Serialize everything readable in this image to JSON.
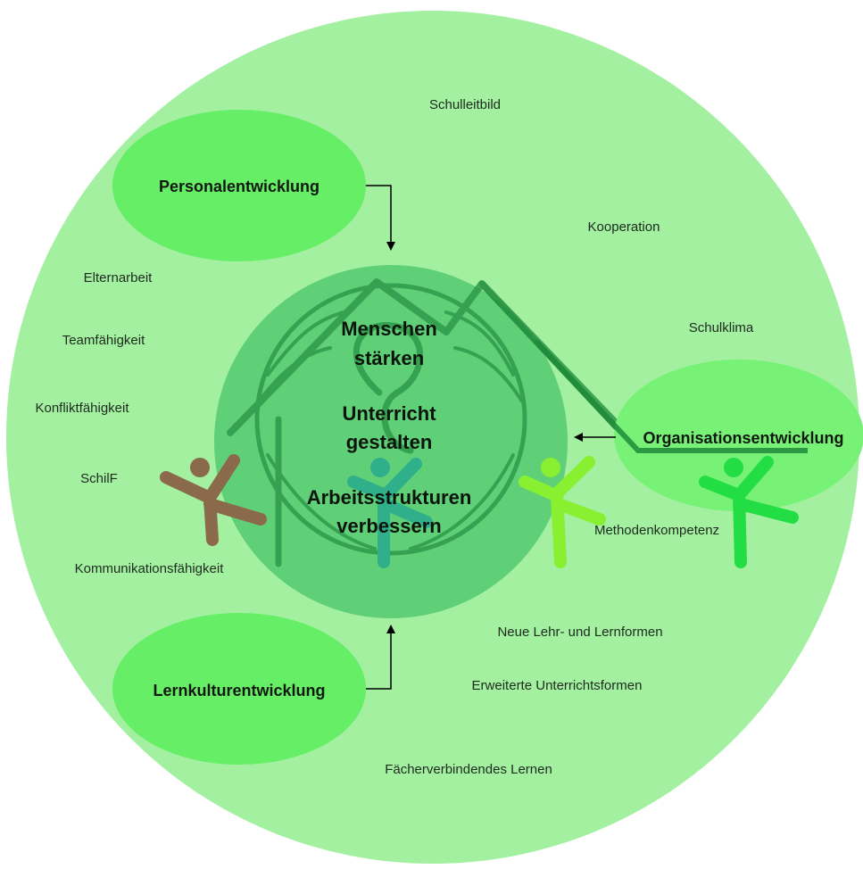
{
  "diagram": {
    "core_lines": [
      "Menschen",
      "stärken",
      "Unterricht",
      "gestalten",
      "Arbeitsstrukturen",
      "verbessern"
    ],
    "development_areas": {
      "personal": "Personalentwicklung",
      "organisation": "Organisationsentwicklung",
      "lernkultur": "Lernkulturentwicklung"
    },
    "keywords": {
      "schulleitbild": "Schulleitbild",
      "kooperation": "Kooperation",
      "schulklima": "Schulklima",
      "elternarbeit": "Elternarbeit",
      "teamfaehigkeit": "Teamfähigkeit",
      "konfliktfaehigkeit": "Konfliktfähigkeit",
      "schilf": "SchilF",
      "kommunikationsfaehigkeit": "Kommunikationsfähigkeit",
      "methodenkompetenz": "Methodenkompetenz",
      "neue_lehrformen": "Neue Lehr- und Lernformen",
      "erweiterte_unterrichtsformen": "Erweiterte Unterrichtsformen",
      "faecherverbindendes_lernen": "Fächerverbindendes Lernen"
    },
    "colors": {
      "outer_circle": "#a2f0a0",
      "inner_circle": "#5fcf78",
      "dev_ellipse": "#66ee66",
      "dev_ellipse_right": "#77f277",
      "logo_lines": "#2f9a4a",
      "figure_brown": "#8b6a4c",
      "figure_teal": "#2fb08a",
      "figure_lime": "#88f030",
      "figure_green": "#22dd44",
      "arrow": "#000000"
    }
  }
}
